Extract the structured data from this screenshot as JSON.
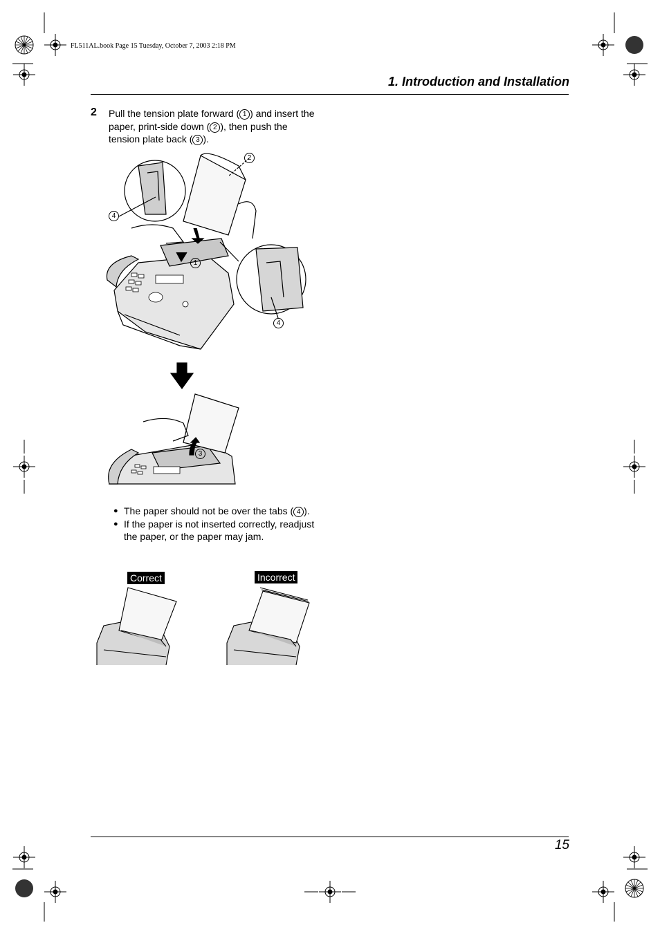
{
  "book_header": "FL511AL.book  Page 15  Tuesday, October 7, 2003  2:18 PM",
  "section_title": "1. Introduction and Installation",
  "step": {
    "number": "2",
    "text_1": "Pull the tension plate forward (",
    "mark_1": "1",
    "text_2": ") and insert the paper, print-side down (",
    "mark_2": "2",
    "text_3": "), then push the tension plate back (",
    "mark_3": "3",
    "text_4": ")."
  },
  "illustration": {
    "callout_1": "1",
    "callout_2": "2",
    "callout_3": "3",
    "callout_4a": "4",
    "callout_4b": "4"
  },
  "bullets": [
    {
      "text_a": "The paper should not be over the tabs (",
      "mark": "4",
      "text_b": ")."
    },
    {
      "text_a": "If the paper is not inserted correctly, readjust the paper, or the paper may jam."
    }
  ],
  "labels": {
    "correct": "Correct",
    "incorrect": "Incorrect"
  },
  "page_number": "15"
}
